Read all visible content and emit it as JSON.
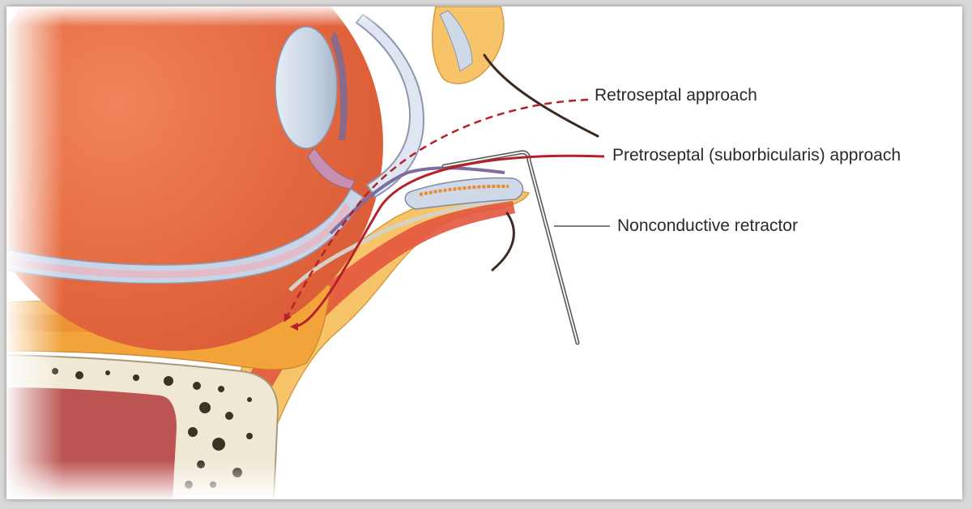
{
  "labels": {
    "retroseptal": "Retroseptal approach",
    "pretroseptal": "Pretroseptal (suborbicularis) approach",
    "retractor": "Nonconductive retractor"
  },
  "colors": {
    "arrow_red": "#b5202a",
    "orbital_fat": "#f2a33a",
    "eye_wall": "#e8703a",
    "bone": "#efe8d4",
    "skin": "#f7c46a",
    "muscle": "#e2573e"
  }
}
